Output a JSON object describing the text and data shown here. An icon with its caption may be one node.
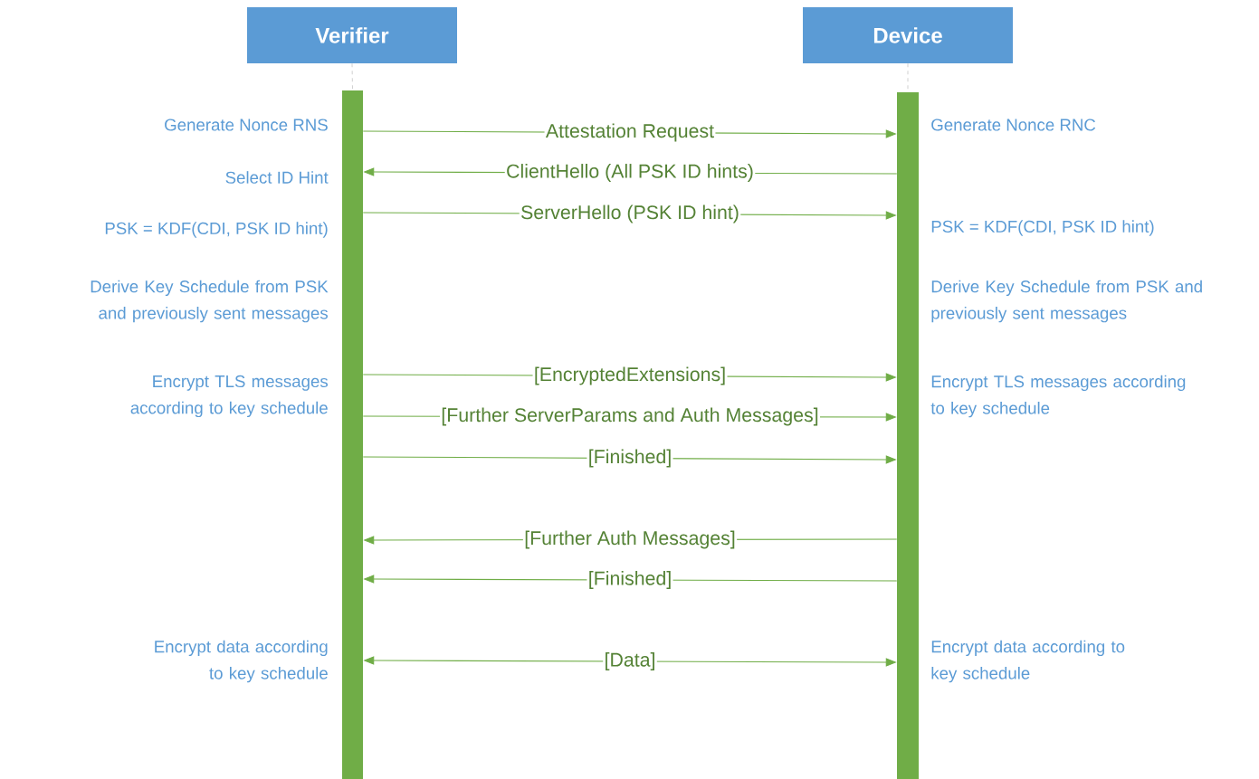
{
  "diagram": {
    "nodes": [
      {
        "text": [
          "Verifier"
        ]
      },
      {
        "text": [
          "Device"
        ]
      },
      {
        "text": [],
        "shape": "bar"
      },
      {
        "text": [],
        "shape": "bar"
      }
    ],
    "edges": [
      {
        "from": 0,
        "to": 2,
        "arrow": "none",
        "style": "dashed",
        "color": "#a6a6a6"
      },
      {
        "from": 1,
        "to": 3,
        "arrow": "none",
        "style": "dashed",
        "color": "#a6a6a6"
      },
      {
        "from": 2,
        "to": 3,
        "arrow": "to",
        "label": "Attestation Request"
      },
      {
        "from": 3,
        "to": 2,
        "arrow": "to",
        "label": "ClientHello (All PSK ID hints)"
      },
      {
        "from": 2,
        "to": 3,
        "arrow": "to",
        "label": "ServerHello (PSK ID hint)"
      },
      {
        "from": 2,
        "to": 3,
        "arrow": "to",
        "label": "[EncryptedExtensions]"
      },
      {
        "from": 2,
        "to": 3,
        "arrow": "to",
        "label": "[Further ServerParams and Auth Messages]"
      },
      {
        "from": 2,
        "to": 3,
        "arrow": "to",
        "label": "[Finished]"
      },
      {
        "from": 3,
        "to": 2,
        "arrow": "to",
        "label": "[Further Auth Messages]"
      },
      {
        "from": 3,
        "to": 2,
        "arrow": "to",
        "label": "[Finished]"
      },
      {
        "from": 2,
        "to": 3,
        "arrow": "both",
        "label": "[Data]"
      }
    ],
    "labels": [
      "Generate Nonce RNS",
      "Generate Nonce RNC",
      "Select ID Hint",
      "PSK = KDF(CDI, PSK ID hint)",
      "PSK = KDF(CDI, PSK ID hint)",
      "Derive Key Schedule from PSK and previously sent messages",
      "Derive Key Schedule from PSK and previously sent messages",
      "Encrypt TLS messages according to key schedule",
      "Encrypt TLS messages according to key schedule",
      "Encrypt data according to key schedule",
      "Encrypt data according to key schedule"
    ]
  }
}
